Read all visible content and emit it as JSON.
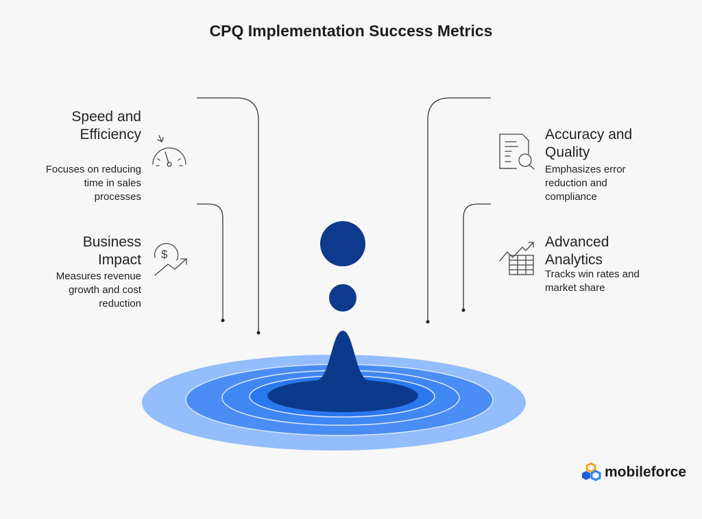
{
  "title": "CPQ Implementation Success Metrics",
  "items": [
    {
      "heading_1": "Speed and",
      "heading_2": "Efficiency",
      "body_1": "Focuses on reducing",
      "body_2": "time in sales",
      "body_3": "processes",
      "icon": "speedometer-icon"
    },
    {
      "heading_1": "Business",
      "heading_2": "Impact",
      "body_1": "Measures revenue",
      "body_2": "growth and cost",
      "body_3": "reduction",
      "icon": "dollar-growth-icon"
    },
    {
      "heading_1": "Accuracy and",
      "heading_2": "Quality",
      "body_1": "Emphasizes error",
      "body_2": "reduction and",
      "body_3": "compliance",
      "icon": "document-search-icon"
    },
    {
      "heading_1": "Advanced",
      "heading_2": "Analytics",
      "body_1": "Tracks win rates and",
      "body_2": "market share",
      "icon": "analytics-table-icon"
    }
  ],
  "brand": {
    "name": "mobileforce"
  },
  "colors": {
    "dark": "#0d3a8c",
    "mid": "#4a8ef5",
    "light": "#93bdfc",
    "bright": "#2f7ef0"
  }
}
